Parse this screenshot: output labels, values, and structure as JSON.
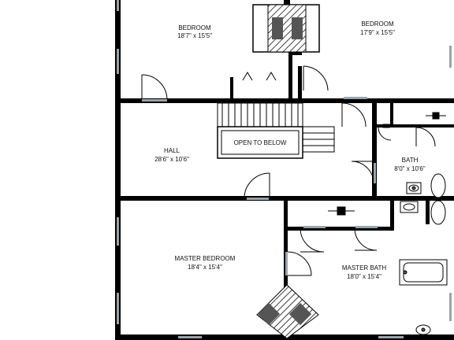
{
  "plan": {
    "rooms": [
      {
        "id": "bedroom-left",
        "name": "BEDROOM",
        "size": "18'7\" x 15'5\""
      },
      {
        "id": "bedroom-right",
        "name": "BEDROOM",
        "size": "17'9\" x 15'5\""
      },
      {
        "id": "hall",
        "name": "HALL",
        "size": "28'6\" x 10'6\""
      },
      {
        "id": "bath",
        "name": "BATH",
        "size": "8'0\" x 10'6\""
      },
      {
        "id": "master-bedroom",
        "name": "MASTER BEDROOM",
        "size": "18'4\" x 15'4\""
      },
      {
        "id": "master-bath",
        "name": "MASTER BATH",
        "size": "18'0\" x 15'4\""
      }
    ],
    "open_to_below": "OPEN TO BELOW",
    "colors": {
      "wall": "#000000",
      "fixture": "#555555",
      "window": "#9aa4ad",
      "background": "#ffffff"
    }
  }
}
